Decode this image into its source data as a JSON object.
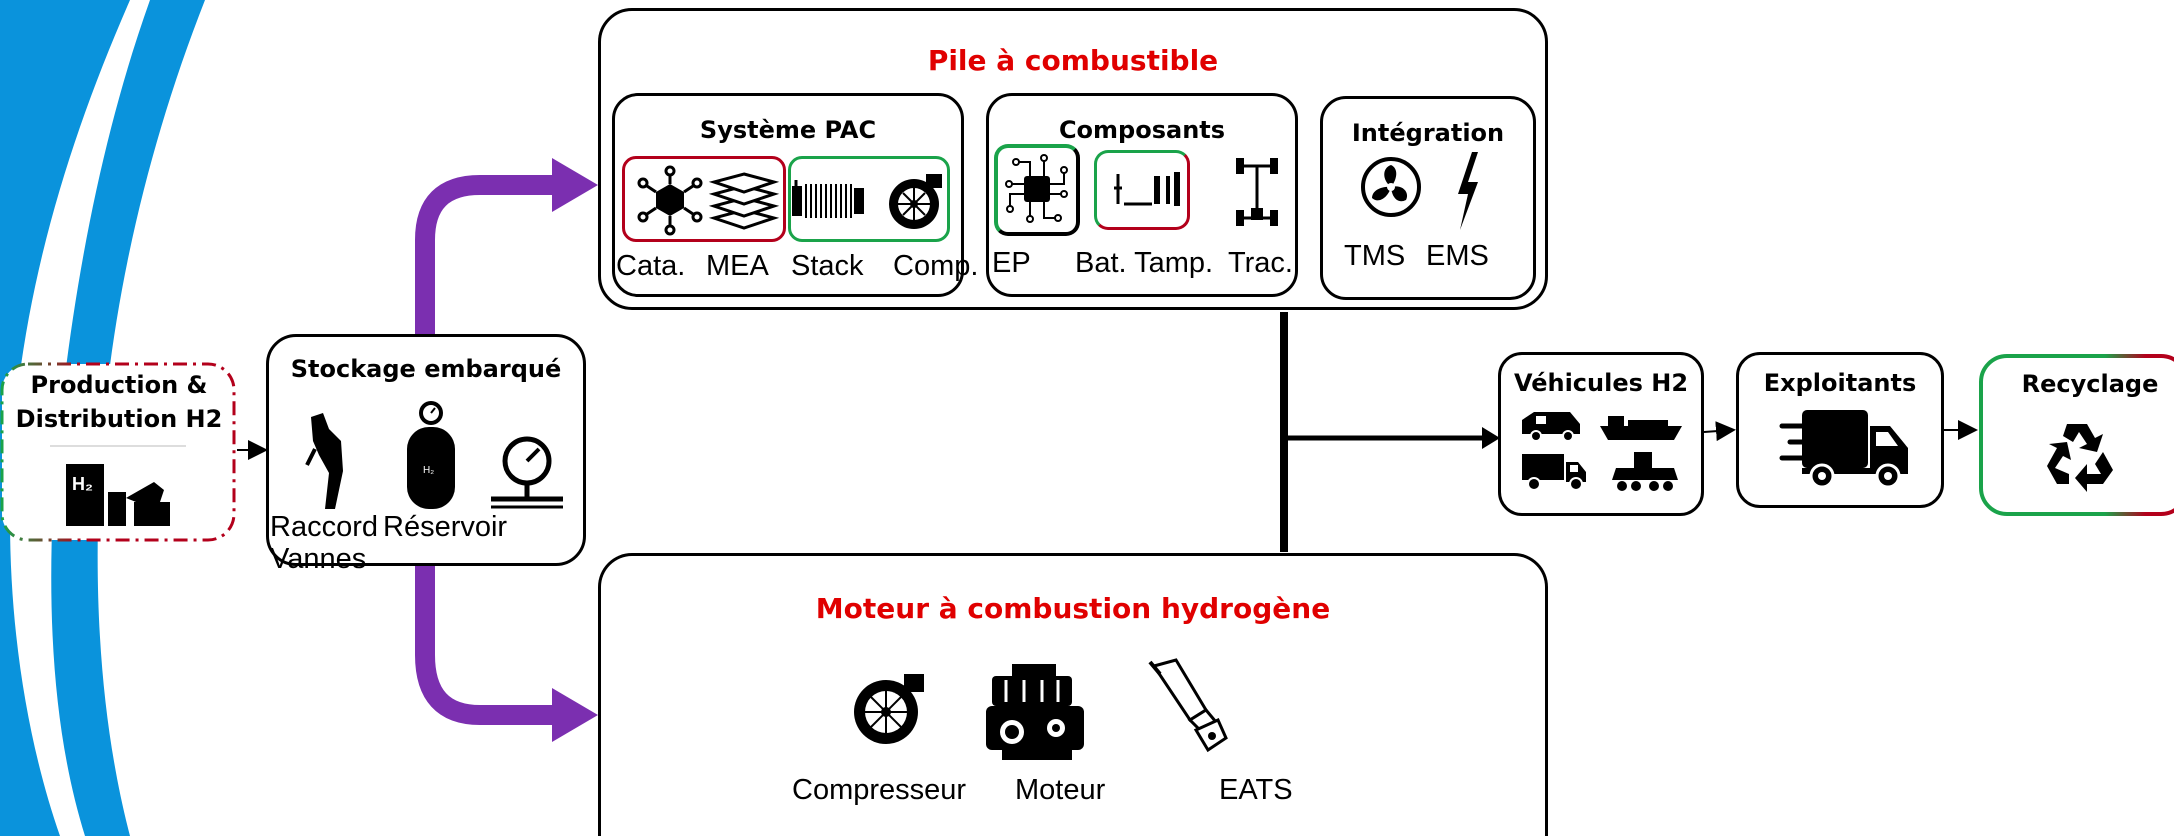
{
  "colors": {
    "accent_blue": "#0a93dc",
    "arrow_purple": "#7b2fb0",
    "title_red": "#e00000",
    "group_red": "#b3001b",
    "group_green": "#1aa34a"
  },
  "production": {
    "title": "Production &\nDistribution H2",
    "icon": "fuel-station-icon"
  },
  "storage": {
    "title": "Stockage embarqué",
    "labels": [
      "Raccord",
      "Réservoir",
      "Vannes"
    ],
    "icons": [
      "fuel-nozzle-icon",
      "hydrogen-tank-icon",
      "pressure-gauge-icon"
    ]
  },
  "fuel_cell": {
    "title": "Pile à combustible",
    "system": {
      "title": "Système PAC",
      "labels": [
        "Cata.",
        "MEA",
        "Stack",
        "Comp."
      ],
      "icons": [
        "catalyst-icon",
        "membrane-layers-icon",
        "stack-icon",
        "compressor-icon"
      ]
    },
    "components": {
      "title": "Composants",
      "labels": [
        "EP",
        "Bat. Tamp.",
        "Trac."
      ],
      "icons": [
        "power-electronics-chip-icon",
        "buffer-battery-icon",
        "drivetrain-axle-icon"
      ]
    },
    "integration": {
      "title": "Intégration",
      "labels": [
        "TMS",
        "EMS"
      ],
      "icons": [
        "fan-icon",
        "lightning-icon"
      ]
    }
  },
  "combustion": {
    "title": "Moteur à combustion hydrogène",
    "labels": [
      "Compresseur",
      "Moteur",
      "EATS"
    ],
    "icons": [
      "turbocharger-icon",
      "engine-icon",
      "exhaust-catalyst-icon"
    ]
  },
  "vehicles": {
    "title": "Véhicules H2",
    "icons": [
      "van-icon",
      "ship-icon",
      "truck-icon",
      "train-icon"
    ]
  },
  "operators": {
    "title": "Exploitants",
    "icon": "delivery-truck-icon"
  },
  "recycling": {
    "title": "Recyclage",
    "icon": "recycle-icon"
  }
}
